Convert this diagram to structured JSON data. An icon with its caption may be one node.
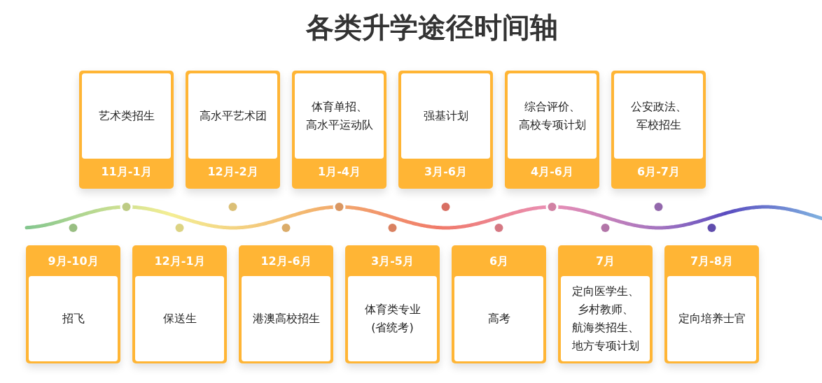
{
  "diagram": {
    "title": "各类升学途径时间轴",
    "nodes": [
      {
        "text": [
          "艺术类招生",
          "11月-1月"
        ]
      },
      {
        "text": [
          "高水平艺术团",
          "12月-2月"
        ]
      },
      {
        "text": [
          "体育单招、高水平运动队",
          "1月-4月"
        ]
      },
      {
        "text": [
          "强基计划",
          "3月-6月"
        ]
      },
      {
        "text": [
          "综合评价、高校专项计划",
          "4月-6月"
        ]
      },
      {
        "text": [
          "公安政法、军校招生",
          "6月-7月"
        ]
      },
      {
        "text": [
          "9月-10月",
          "招飞"
        ]
      },
      {
        "text": [
          "12月-1月",
          "保送生"
        ]
      },
      {
        "text": [
          "12月-6月",
          "港澳高校招生"
        ]
      },
      {
        "text": [
          "3月-5月",
          "体育类专业(省统考)"
        ]
      },
      {
        "text": [
          "6月",
          "高考"
        ]
      },
      {
        "text": [
          "7月",
          "定向医学生、乡村教师、航海类招生、地方专项计划"
        ]
      },
      {
        "text": [
          "7月-8月",
          "定向培养士官"
        ]
      }
    ]
  }
}
